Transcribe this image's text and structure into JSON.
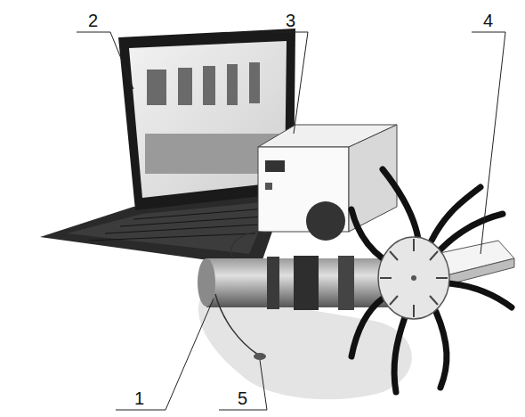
{
  "diagram": {
    "labels": [
      "2",
      "3",
      "4",
      "1",
      "5"
    ]
  }
}
